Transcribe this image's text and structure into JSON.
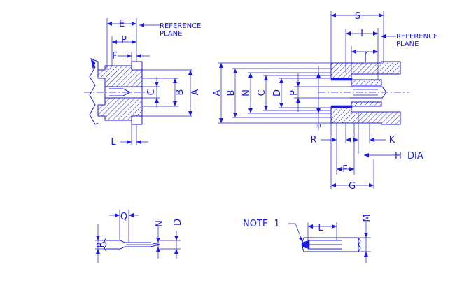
{
  "diagram": {
    "left_connector": {
      "ref_plane_label": "REFERENCE\nPLANE",
      "top_dims": [
        "E",
        "P",
        "F"
      ],
      "vertical_dims": [
        "C",
        "B",
        "A"
      ],
      "bottom_dims": [
        "L"
      ]
    },
    "right_connector": {
      "ref_plane_label": "REFERENCE\nPLANE",
      "top_dims": [
        "S",
        "I",
        "J"
      ],
      "vertical_dims": [
        "A",
        "B",
        "N",
        "C",
        "D",
        "P"
      ],
      "side_dims": [
        "E"
      ],
      "bottom_dims": [
        "R",
        "K",
        "F",
        "G"
      ],
      "h_dia_label": "H  DIA"
    },
    "pin_left": {
      "dims": [
        "Q",
        "N",
        "D",
        "R"
      ]
    },
    "pin_right": {
      "note_label": "NOTE  1",
      "dims": [
        "L",
        "M"
      ]
    }
  }
}
